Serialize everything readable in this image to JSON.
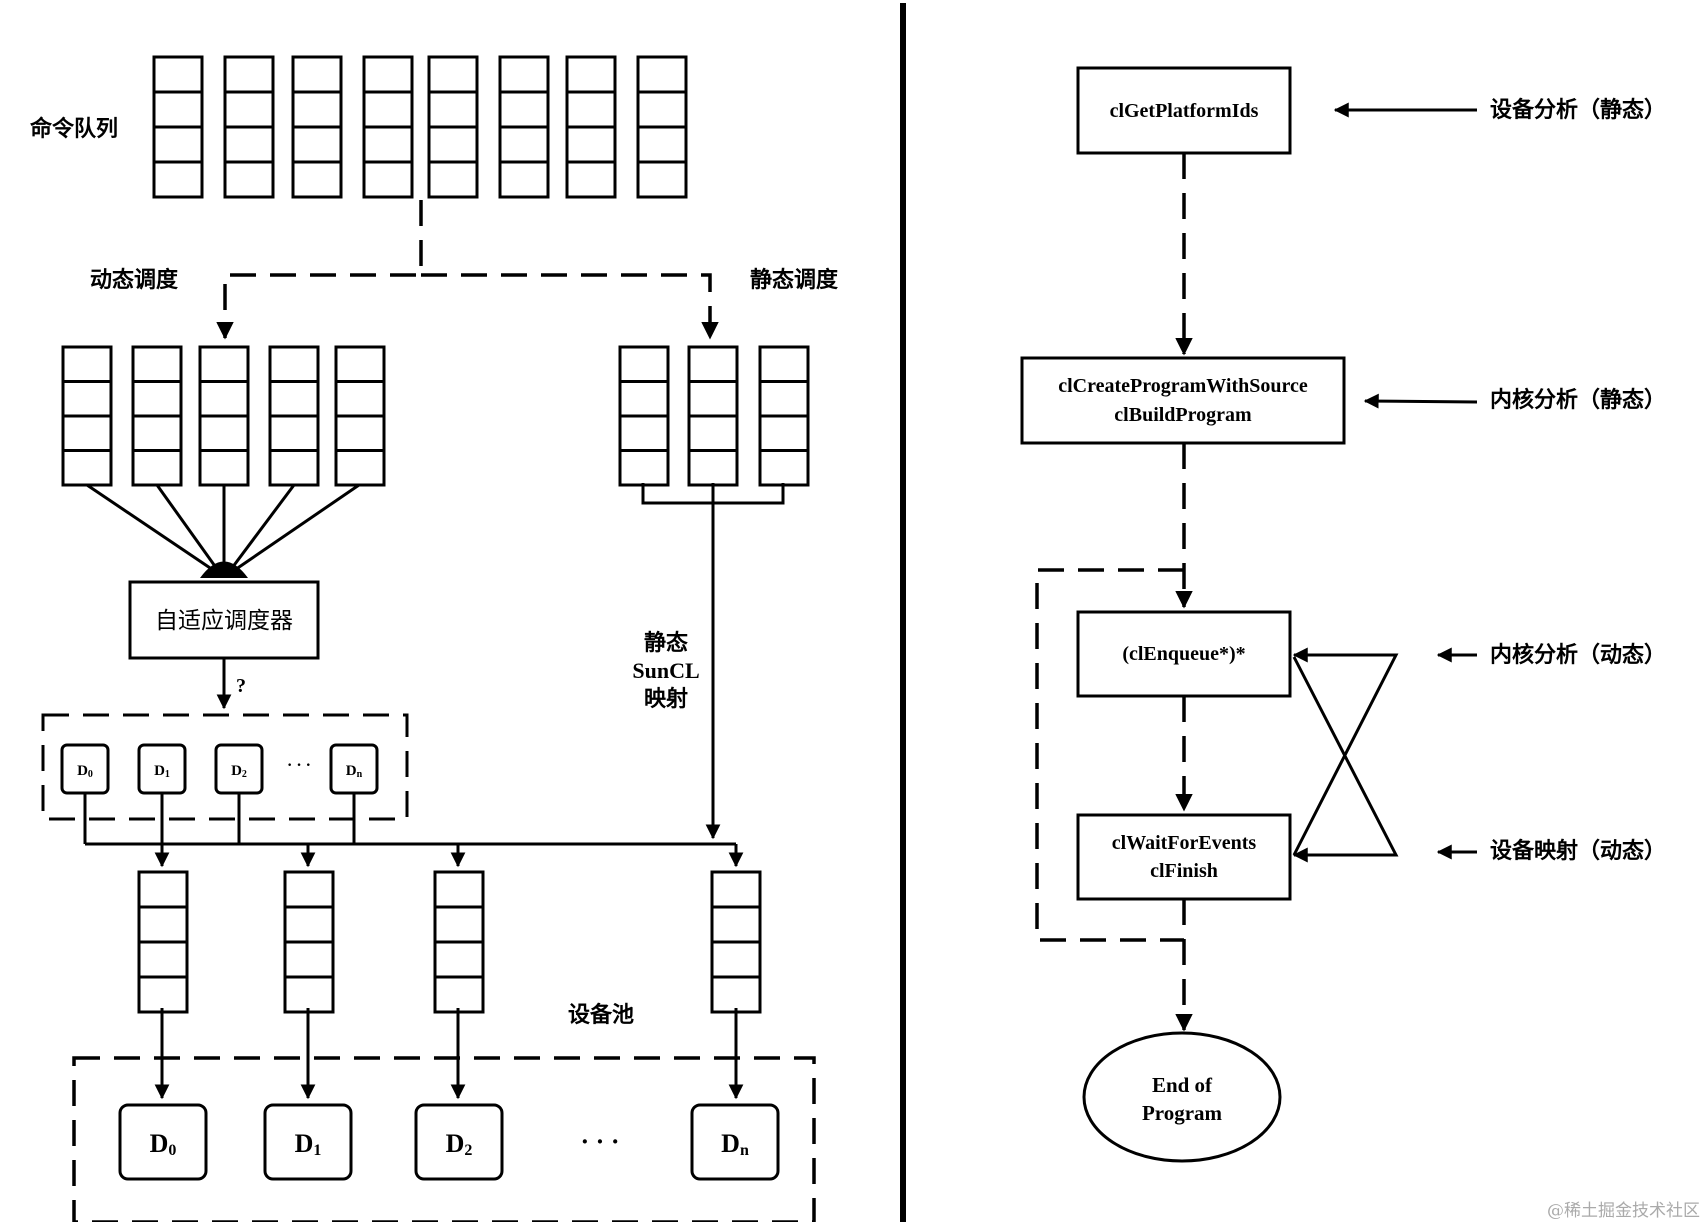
{
  "left": {
    "command_queue_label": "命令队列",
    "dynamic_label": "动态调度",
    "static_label": "静态调度",
    "scheduler_label": "自适应调度器",
    "question_mark": "?",
    "static_mapping_lines": [
      "静态",
      "SunCL",
      "映射"
    ],
    "device_pool_label": "设备池",
    "small_devices": [
      {
        "base": "D",
        "sub": "0"
      },
      {
        "base": "D",
        "sub": "1"
      },
      {
        "base": "D",
        "sub": "2"
      },
      {
        "base": "D",
        "sub": "n"
      }
    ],
    "small_ellipsis": "· · ·",
    "pool_devices": [
      {
        "base": "D",
        "sub": "0"
      },
      {
        "base": "D",
        "sub": "1"
      },
      {
        "base": "D",
        "sub": "2"
      },
      {
        "base": "D",
        "sub": "n"
      }
    ],
    "pool_ellipsis": "· · ·"
  },
  "right": {
    "steps": [
      {
        "lines": [
          "clGetPlatformIds"
        ],
        "annotation": "设备分析（静态）"
      },
      {
        "lines": [
          "clCreateProgramWithSource",
          "clBuildProgram"
        ],
        "annotation": "内核分析（静态）"
      },
      {
        "lines": [
          "(clEnqueue*)*"
        ],
        "annotation": "内核分析（动态）"
      },
      {
        "lines": [
          "clWaitForEvents",
          "clFinish"
        ],
        "annotation": "设备映射（动态）"
      }
    ],
    "end_lines": [
      "End of",
      "Program"
    ]
  },
  "watermark": "@稀土掘金技术社区"
}
